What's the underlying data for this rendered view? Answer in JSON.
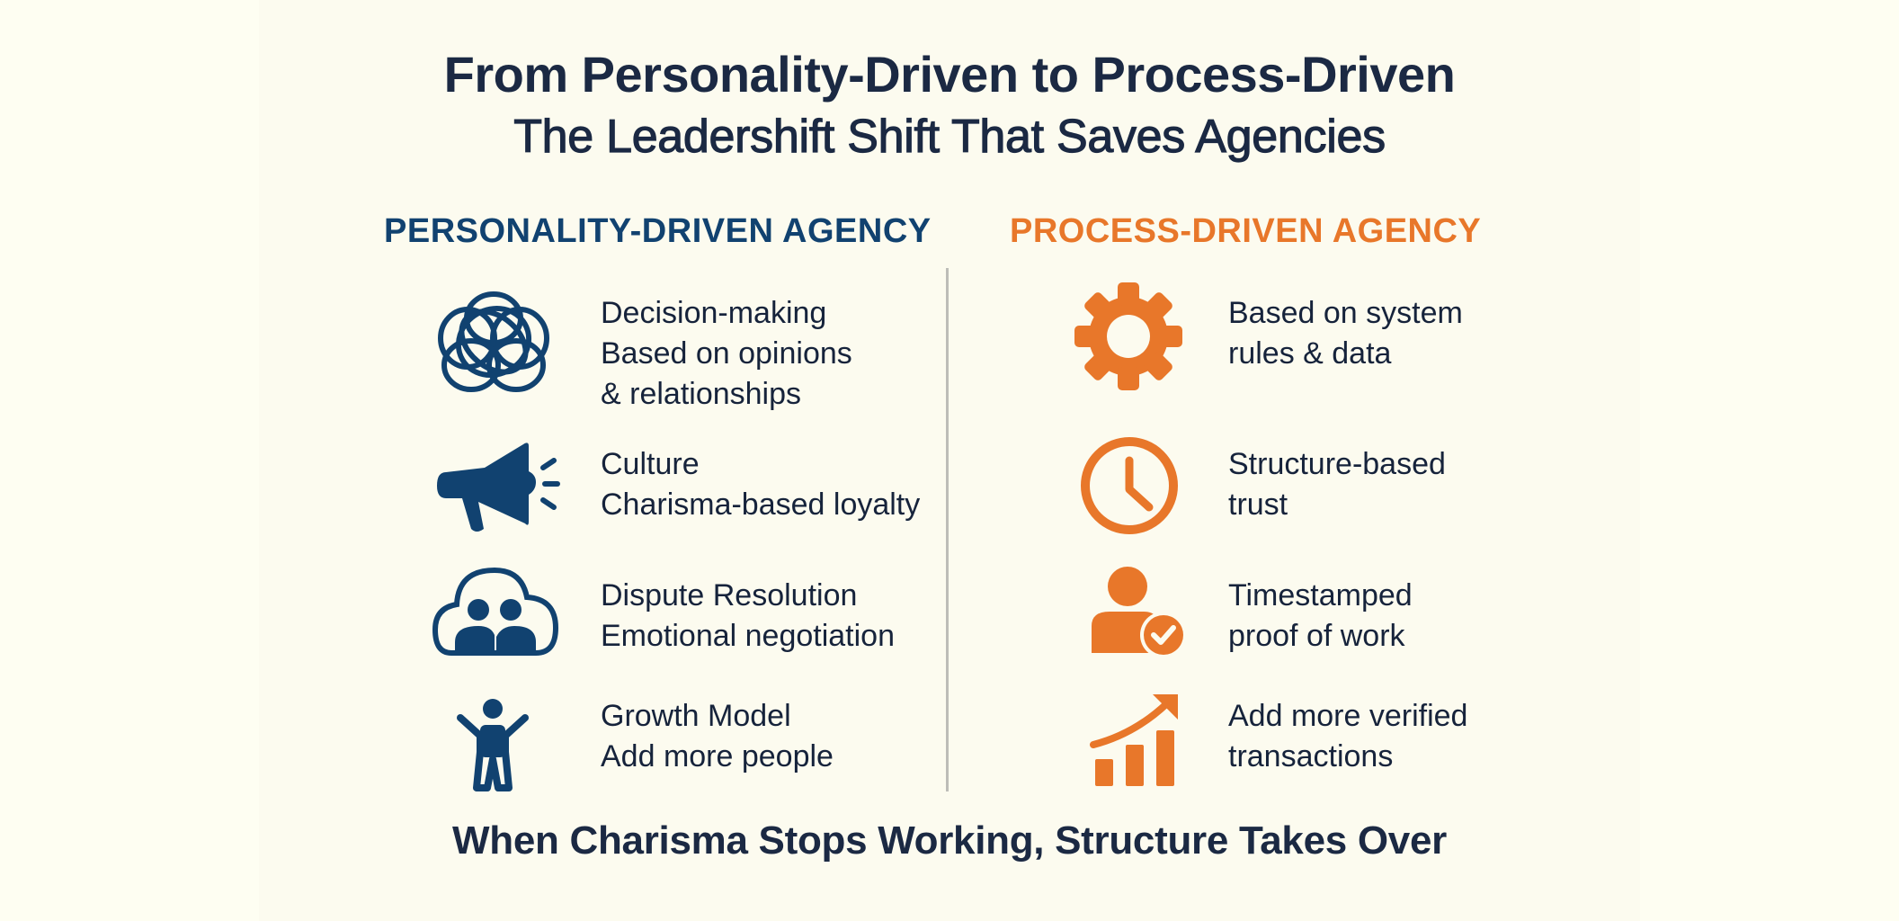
{
  "title": {
    "line1": "From Personality-Driven to Process-Driven",
    "line2": "The Leadershift Shift That Saves Agencies"
  },
  "colors": {
    "background": "#fefef2",
    "text": "#1b2943",
    "personality_blue": "#114270",
    "process_orange": "#e8772a",
    "divider": "#bdbdb8"
  },
  "columns": {
    "personality": {
      "header": "PERSONALITY-DRIVEN AGENCY",
      "items": [
        {
          "icon": "tangled-circles-icon",
          "title": "Decision-making",
          "lines": [
            "Based on opinions",
            "& relationships"
          ]
        },
        {
          "icon": "megaphone-icon",
          "title": "Culture",
          "lines": [
            "Charisma-based loyalty"
          ]
        },
        {
          "icon": "cloud-people-icon",
          "title": "Dispute Resolution",
          "lines": [
            "Emotional negotiation"
          ]
        },
        {
          "icon": "person-arms-raised-icon",
          "title": "Growth Model",
          "lines": [
            "Add more people"
          ]
        }
      ]
    },
    "process": {
      "header": "PROCESS-DRIVEN AGENCY",
      "items": [
        {
          "icon": "gear-icon",
          "lines": [
            "Based on system",
            "rules & data"
          ]
        },
        {
          "icon": "clock-icon",
          "lines": [
            "Structure-based",
            "trust"
          ]
        },
        {
          "icon": "person-check-icon",
          "lines": [
            "Timestamped",
            "proof of work"
          ]
        },
        {
          "icon": "growth-chart-icon",
          "lines": [
            "Add more verified",
            "transactions"
          ]
        }
      ]
    }
  },
  "footer": "When Charisma Stops Working, Structure Takes Over"
}
